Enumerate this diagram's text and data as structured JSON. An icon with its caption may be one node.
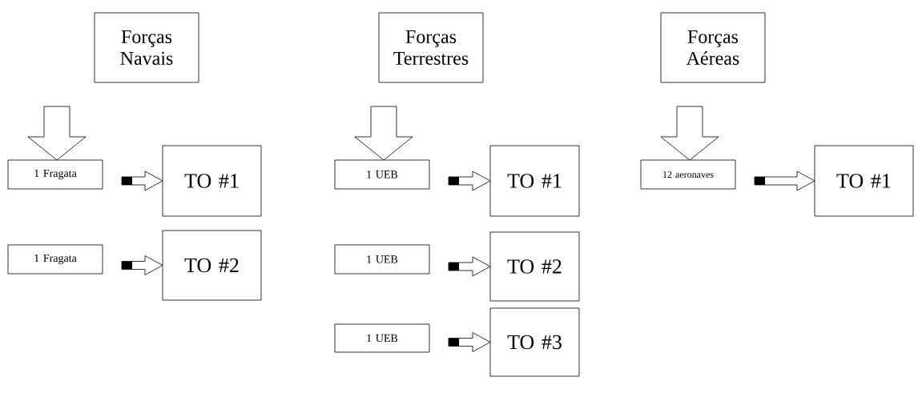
{
  "diagram": {
    "nodes": [
      {
        "text": [
          "Forças Navais"
        ]
      },
      {
        "text": [
          "Forças Terrestres"
        ]
      },
      {
        "text": [
          "Forças Aéreas"
        ]
      },
      {
        "text": [
          "1 Fragata"
        ]
      },
      {
        "text": [
          "TO #1"
        ]
      },
      {
        "text": [
          "1 Fragata"
        ]
      },
      {
        "text": [
          "TO #2"
        ]
      },
      {
        "text": [
          "1 UEB"
        ]
      },
      {
        "text": [
          "TO #1"
        ]
      },
      {
        "text": [
          "1 UEB"
        ]
      },
      {
        "text": [
          "TO #2"
        ]
      },
      {
        "text": [
          "1 UEB"
        ]
      },
      {
        "text": [
          "TO #3"
        ]
      },
      {
        "text": [
          "12 aeronaves"
        ]
      },
      {
        "text": [
          "TO #1"
        ]
      }
    ],
    "edges": [
      {
        "from": 0,
        "to": 3,
        "arrow": "to"
      },
      {
        "from": 1,
        "to": 7,
        "arrow": "to"
      },
      {
        "from": 2,
        "to": 13,
        "arrow": "to"
      },
      {
        "from": 3,
        "to": 4,
        "arrow": "to"
      },
      {
        "from": 5,
        "to": 6,
        "arrow": "to"
      },
      {
        "from": 7,
        "to": 8,
        "arrow": "to"
      },
      {
        "from": 9,
        "to": 10,
        "arrow": "to"
      },
      {
        "from": 11,
        "to": 12,
        "arrow": "to"
      },
      {
        "from": 13,
        "to": 14,
        "arrow": "to"
      }
    ]
  }
}
